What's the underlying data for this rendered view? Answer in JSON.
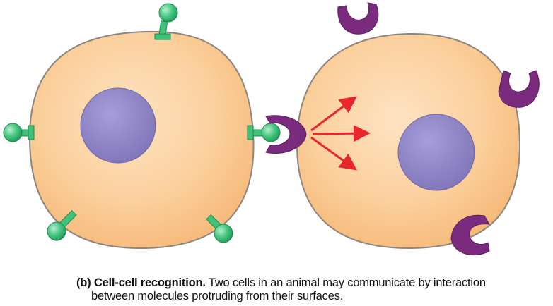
{
  "caption": {
    "label": "(b)",
    "title": "Cell-cell recognition.",
    "text_line1": "Two cells in an animal may communicate by interaction",
    "text_line2": "between molecules protruding from their surfaces."
  },
  "colors": {
    "cytoplasm": "#f9c98e",
    "membrane": "#8a8580",
    "nucleus": "#8f85c4",
    "receptor_green": "#3fc27a",
    "receptor_purple": "#7a2b7e",
    "arrow_red": "#e8262b"
  }
}
